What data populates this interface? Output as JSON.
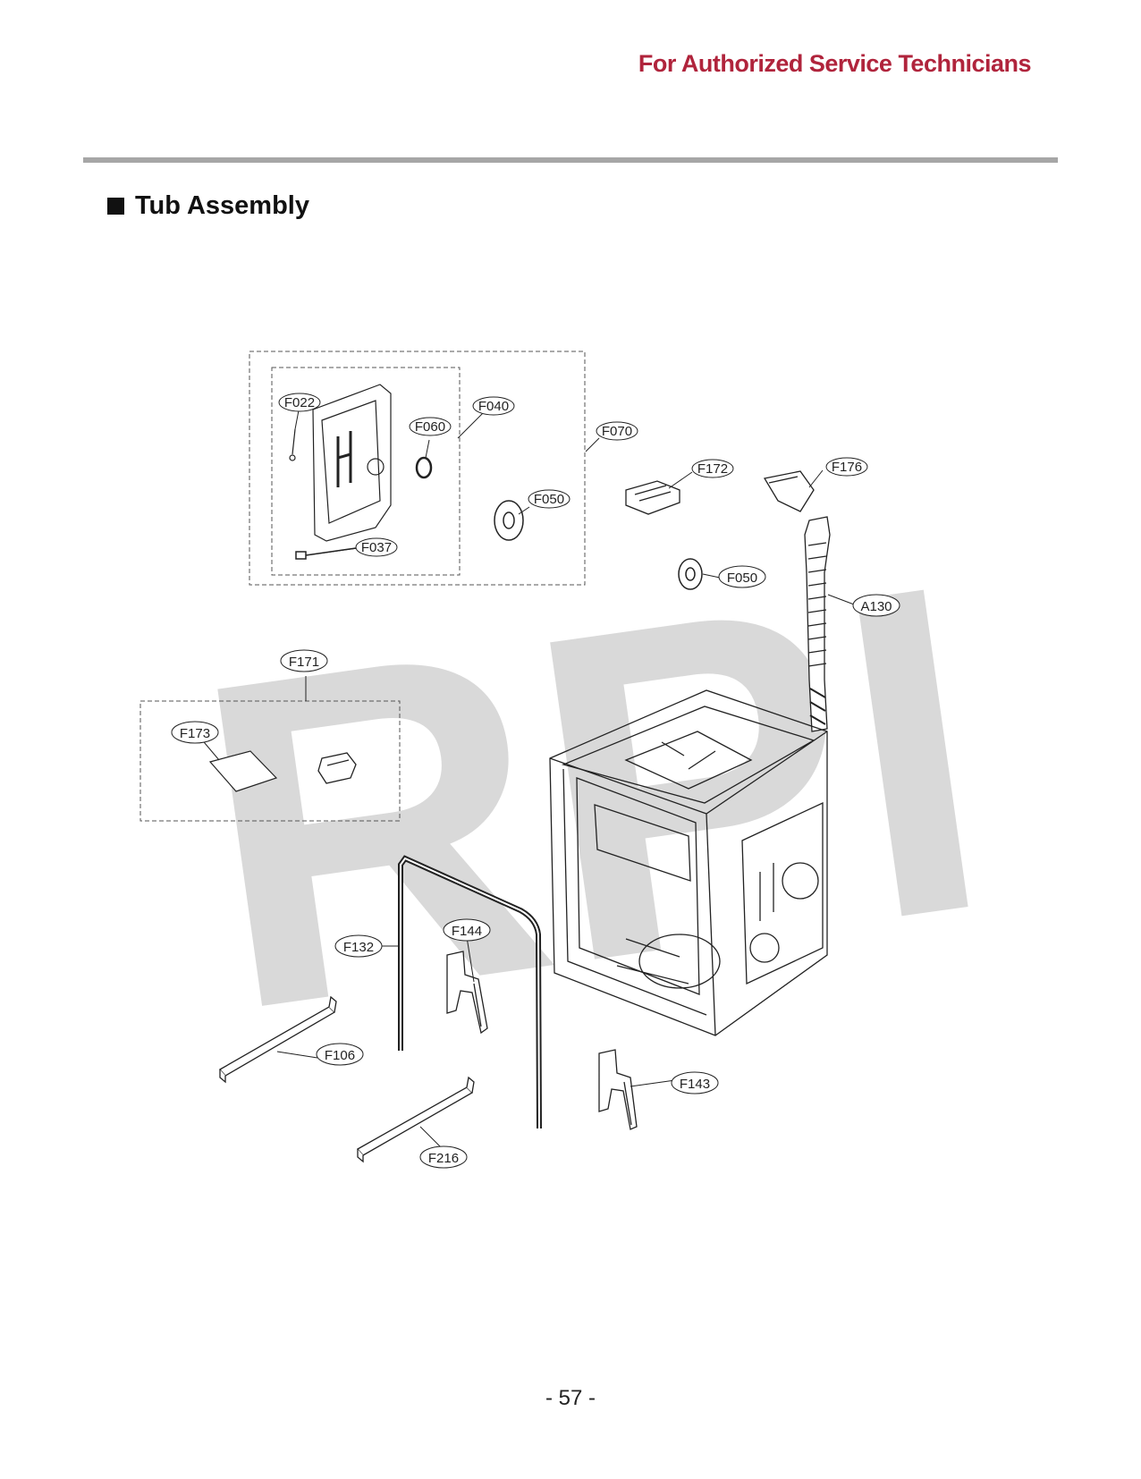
{
  "header": {
    "text": "For Authorized Service Technicians",
    "color": "#b0243c",
    "rule_color": "#a6a6a6"
  },
  "section": {
    "title": "Tub Assembly",
    "bullet_icon": "square-bullet-icon"
  },
  "watermark": {
    "text": "RPI",
    "color": "#d9d9d9"
  },
  "callouts": {
    "f022": "F022",
    "f040": "F040",
    "f060": "F060",
    "f070": "F070",
    "f050_a": "F050",
    "f037": "F037",
    "f172": "F172",
    "f176": "F176",
    "f050_b": "F050",
    "a130": "A130",
    "f171": "F171",
    "f173": "F173",
    "f144": "F144",
    "f132": "F132",
    "f106": "F106",
    "f143": "F143",
    "f216": "F216"
  },
  "footer": {
    "page_number": "- 57 -"
  }
}
